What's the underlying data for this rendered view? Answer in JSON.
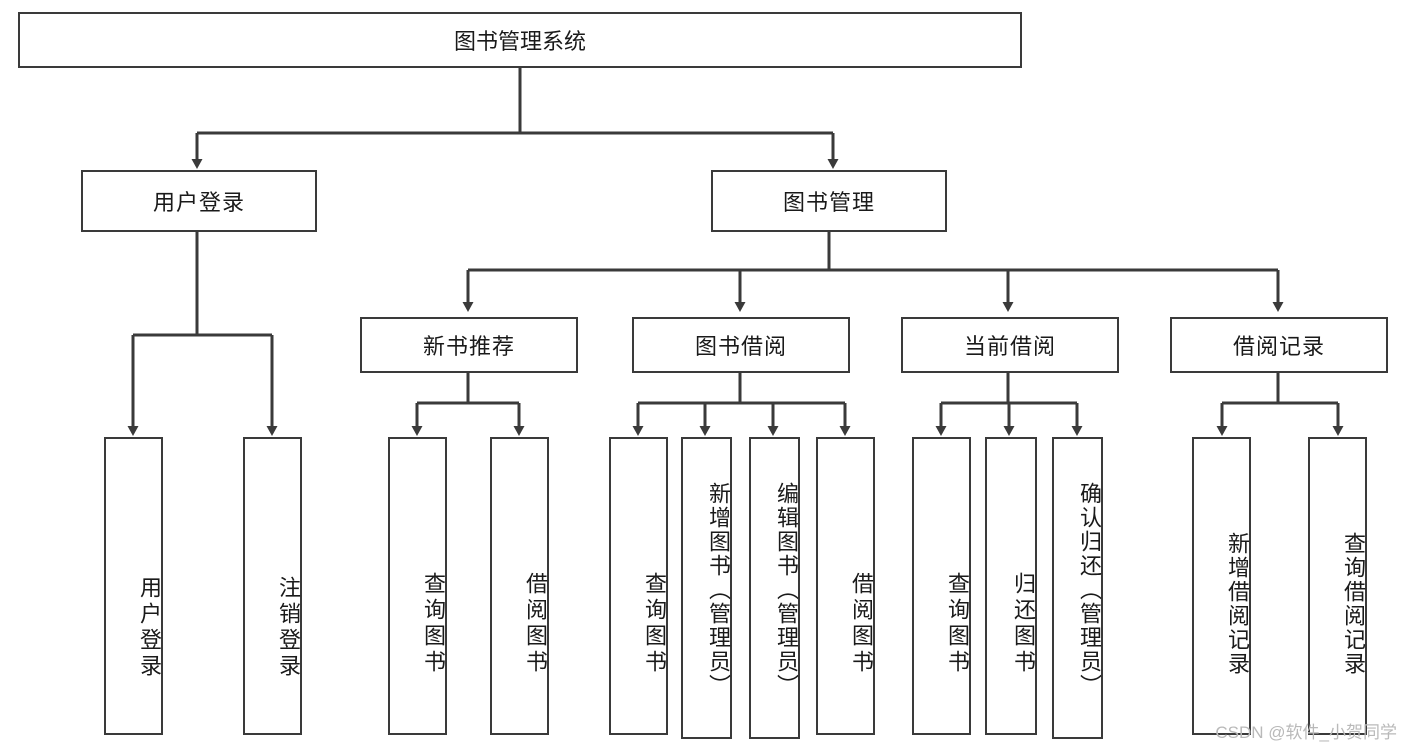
{
  "diagram": {
    "title": "图书管理系统",
    "watermark": "CSDN @软件_小贺同学",
    "colors": {
      "box_border": "#3a3a3a",
      "box_fill": "#ffffff",
      "line": "#3a3a3a",
      "text": "#1a1a1a",
      "watermark": "#b9b9b9",
      "background": "#ffffff"
    },
    "root": {
      "label": "图书管理系统"
    },
    "level2": [
      {
        "label": "用户登录"
      },
      {
        "label": "图书管理"
      }
    ],
    "level3": [
      {
        "label": "新书推荐"
      },
      {
        "label": "图书借阅"
      },
      {
        "label": "当前借阅"
      },
      {
        "label": "借阅记录"
      }
    ],
    "leaves": {
      "user_login": [
        {
          "label": "用户登录"
        },
        {
          "label": "注销登录"
        }
      ],
      "new_book": [
        {
          "label": "查询图书"
        },
        {
          "label": "借阅图书"
        }
      ],
      "book_borrow": [
        {
          "label": "查询图书"
        },
        {
          "label": "新增图书（管理员）"
        },
        {
          "label": "编辑图书（管理员）"
        },
        {
          "label": "借阅图书"
        }
      ],
      "current_borrow": [
        {
          "label": "查询图书"
        },
        {
          "label": "归还图书"
        },
        {
          "label": "确认归还（管理员）"
        }
      ],
      "borrow_record": [
        {
          "label": "新增借阅记录"
        },
        {
          "label": "查询借阅记录"
        }
      ]
    }
  }
}
